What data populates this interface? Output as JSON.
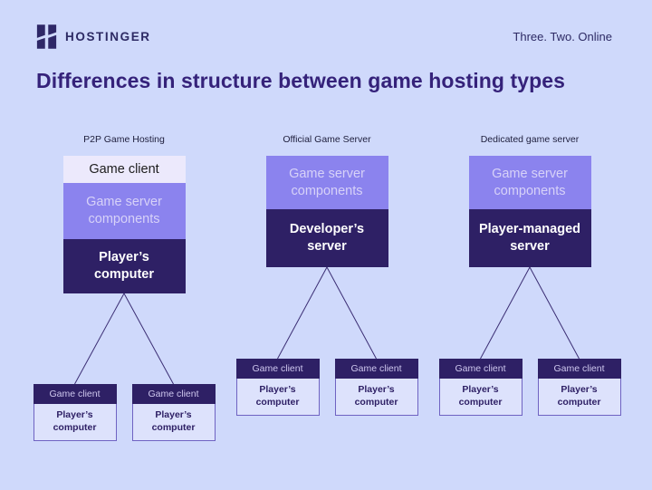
{
  "header": {
    "brand": "HOSTINGER",
    "tagline": "Three. Two. Online",
    "logo_icon": "hostinger-h-logo"
  },
  "title": "Differences in structure between game hosting types",
  "colors": {
    "background": "#cfd9fb",
    "title": "#35227a",
    "brand_ink": "#2d2a64",
    "box_light": "#ece9fc",
    "box_medium": "#8b83ee",
    "box_medium_text": "#d7d2f8",
    "box_dark": "#2e2065",
    "client_body_bg": "#dde2fc",
    "client_border": "#6f63c2",
    "connector_line": "#3a2d73"
  },
  "columns": [
    {
      "label": "P2P Game Hosting",
      "stack": [
        {
          "text": "Game client",
          "variant": "light"
        },
        {
          "text": "Game server\ncomponents",
          "variant": "medium"
        },
        {
          "text": "Player’s\ncomputer",
          "variant": "dark"
        }
      ],
      "clients": [
        {
          "header": "Game client",
          "body": "Player’s\ncomputer"
        },
        {
          "header": "Game client",
          "body": "Player’s\ncomputer"
        }
      ]
    },
    {
      "label": "Official Game Server",
      "stack": [
        {
          "text": "Game server\ncomponents",
          "variant": "medium"
        },
        {
          "text": "Developer’s\nserver",
          "variant": "dark"
        }
      ],
      "clients": [
        {
          "header": "Game client",
          "body": "Player’s\ncomputer"
        },
        {
          "header": "Game client",
          "body": "Player’s\ncomputer"
        }
      ]
    },
    {
      "label": "Dedicated game server",
      "stack": [
        {
          "text": "Game server\ncomponents",
          "variant": "medium"
        },
        {
          "text": "Player-managed\nserver",
          "variant": "dark"
        }
      ],
      "clients": [
        {
          "header": "Game client",
          "body": "Player’s\ncomputer"
        },
        {
          "header": "Game client",
          "body": "Player’s\ncomputer"
        }
      ]
    }
  ]
}
